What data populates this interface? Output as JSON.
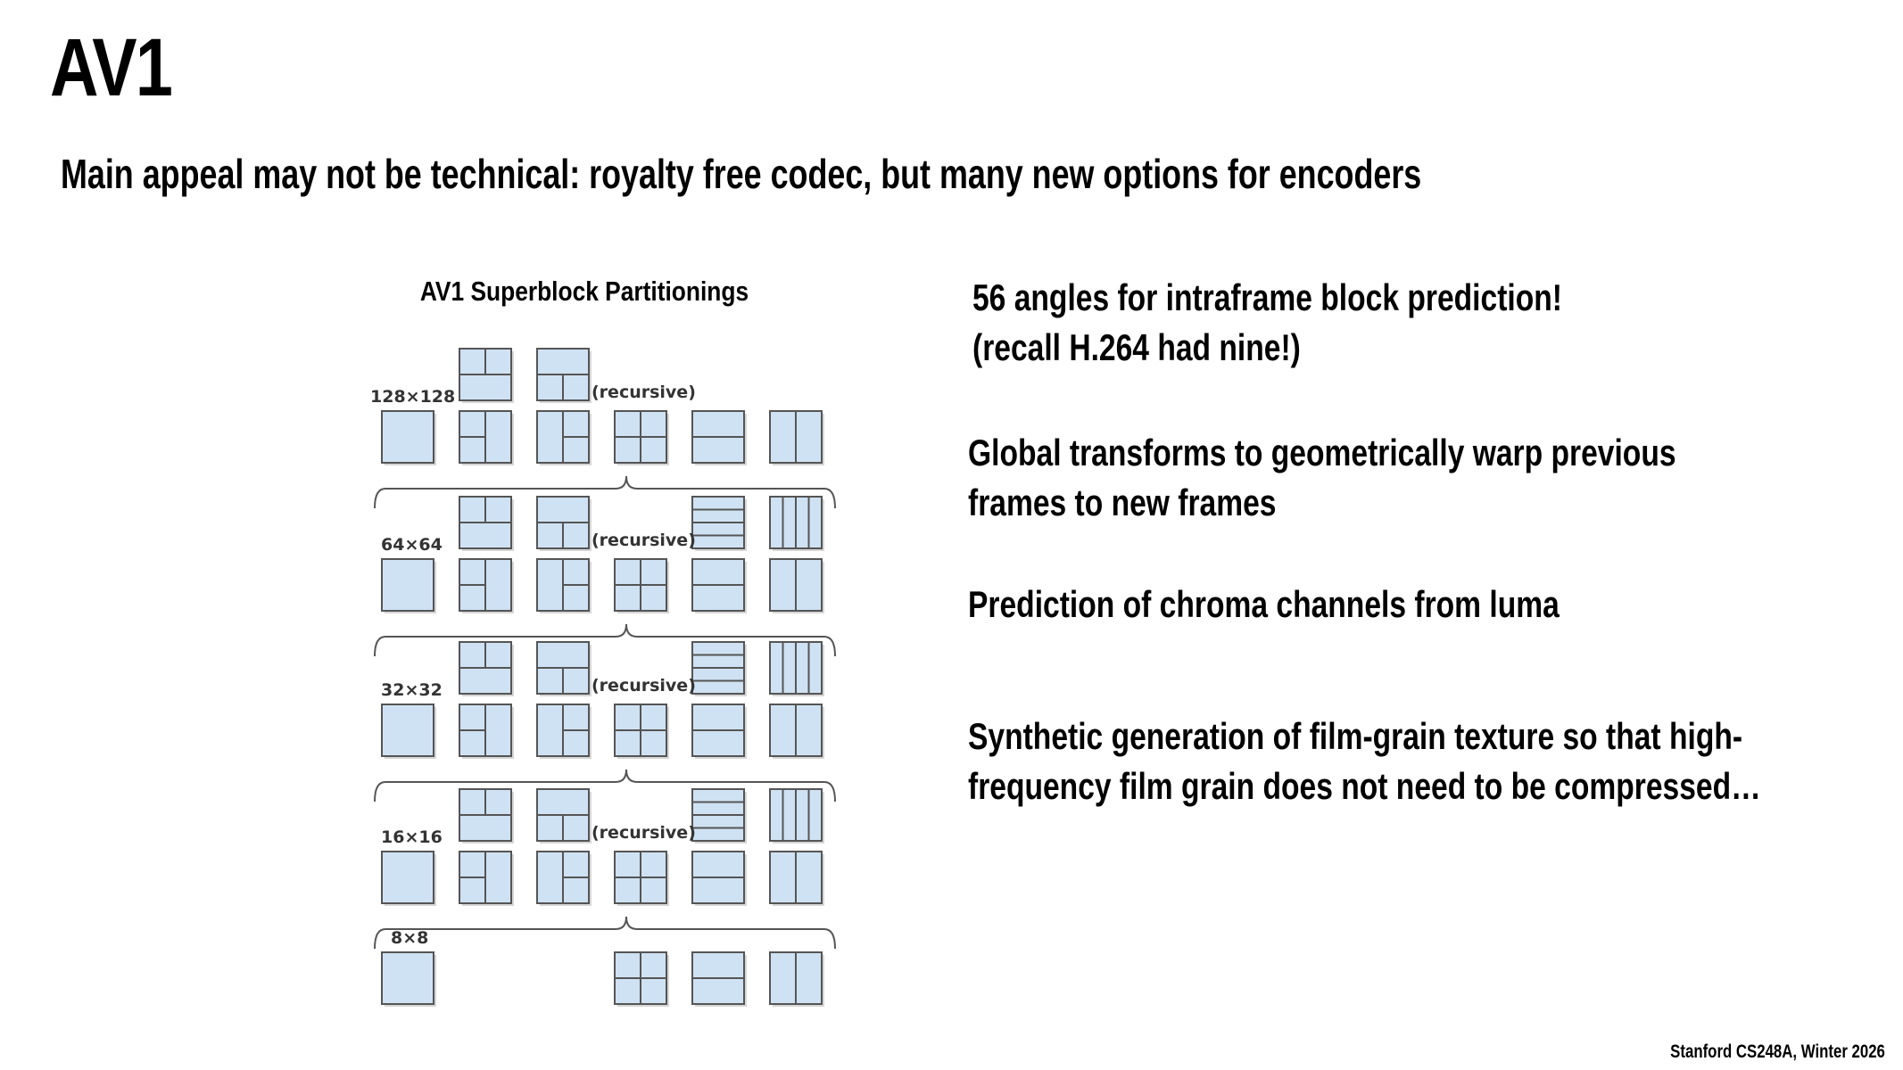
{
  "slide": {
    "title": "AV1",
    "subtitle": "Main appeal may not be technical: royalty free codec, but many new options for encoders",
    "footer": "Stanford CS248A, Winter 2026"
  },
  "bullets": [
    {
      "lines": [
        "56 angles for intraframe block prediction!",
        "(recall H.264 had nine!)"
      ]
    },
    {
      "lines": [
        "Global transforms to geometrically warp previous",
        "frames to new frames"
      ]
    },
    {
      "lines": [
        "Prediction of chroma channels from luma"
      ]
    },
    {
      "lines": [
        "Synthetic generation of film-grain texture so that high-",
        "frequency film grain does not need to be compressed…"
      ]
    }
  ],
  "diagram": {
    "title": "AV1 Superblock Partitionings",
    "recursive_label": "(recursive)",
    "block_fill": "#cfe2f3",
    "block_stroke": "#555555",
    "levels": [
      {
        "size_label": "128×128",
        "top_row": [
          "split-h-top",
          "split-h-bottom"
        ],
        "bottom_row": [
          "none",
          "split-v-left",
          "split-v-right",
          "quad",
          "horz",
          "vert"
        ]
      },
      {
        "size_label": "64×64",
        "top_row": [
          "split-h-top",
          "split-h-bottom",
          "horz4",
          "vert4"
        ],
        "bottom_row": [
          "none",
          "split-v-left",
          "split-v-right",
          "quad",
          "horz",
          "vert"
        ]
      },
      {
        "size_label": "32×32",
        "top_row": [
          "split-h-top",
          "split-h-bottom",
          "horz4",
          "vert4"
        ],
        "bottom_row": [
          "none",
          "split-v-left",
          "split-v-right",
          "quad",
          "horz",
          "vert"
        ]
      },
      {
        "size_label": "16×16",
        "top_row": [
          "split-h-top",
          "split-h-bottom",
          "horz4",
          "vert4"
        ],
        "bottom_row": [
          "none",
          "split-v-left",
          "split-v-right",
          "quad",
          "horz",
          "vert"
        ]
      },
      {
        "size_label": "8×8",
        "top_row": [],
        "bottom_row": [
          "none",
          "quad",
          "horz",
          "vert"
        ]
      }
    ]
  }
}
